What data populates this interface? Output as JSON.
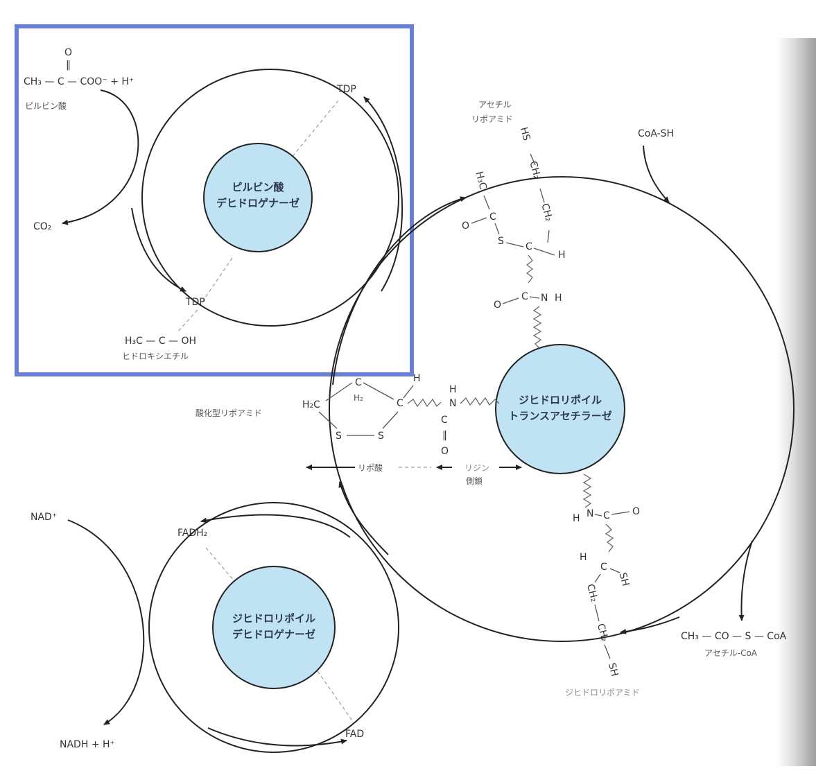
{
  "colors": {
    "enzyme_fill": "#bfe3f3",
    "highlight_frame": "#6a7fd8",
    "line": "#222222",
    "page_shadow": "#b9b9b9"
  },
  "enzymes": {
    "e1": {
      "line1": "ピルビン酸",
      "line2": "デヒドロゲナーゼ"
    },
    "e2": {
      "line1": "ジヒドロリポイル",
      "line2": "トランスアセチラーゼ"
    },
    "e3": {
      "line1": "ジヒドロリポイル",
      "line2": "デヒドロゲナーゼ"
    }
  },
  "pyruvate": {
    "o_top": "O",
    "double_bond": "‖",
    "formula": "CH₃ — C — COO⁻ + H⁺",
    "name": "ピルビン酸"
  },
  "co2": "CO₂",
  "tdp_top": "TDP",
  "tdp_bottom": "TDP",
  "hydroxyethyl": {
    "formula": "H₃C — C — OH",
    "name": "ヒドロキシエチル"
  },
  "acetyl_lipoamide": {
    "name_line1": "アセチル",
    "name_line2": "リポアミド",
    "hs": "HS",
    "ch2_a": "CH₂",
    "ch2_b": "CH₂",
    "h3c": "H₃C",
    "c1": "C",
    "o1": "O",
    "s1": "S",
    "c2": "C",
    "h1": "H",
    "c3": "C",
    "o2": "O",
    "n1": "N",
    "h2": "H"
  },
  "coa_sh": "CoA-SH",
  "oxidized_lipoamide": {
    "name": "酸化型リポアミド",
    "h2c": "H₂C",
    "c_top": "C",
    "h2": "H₂",
    "c_right": "C",
    "h": "H",
    "s_left": "S",
    "s_right": "S",
    "h_n": "H",
    "n": "N",
    "c_amide": "C",
    "dbl": "‖",
    "o_amide": "O"
  },
  "lipoic_acid": "リポ酸",
  "lysine": {
    "line1": "リジン",
    "line2": "側鎖"
  },
  "dihydro_lipoamide": {
    "name": "ジヒドロリポアミド",
    "o": "O",
    "c1": "C",
    "n": "N",
    "h1": "H",
    "c2": "C",
    "h2": "H",
    "sh1": "SH",
    "ch2_a": "CH₂",
    "ch2_b": "CH₂",
    "sh2": "SH"
  },
  "acetyl_coa": {
    "formula": "CH₃ — CO — S — CoA",
    "name": "アセチル-CoA"
  },
  "nad": "NAD⁺",
  "nadh": "NADH + H⁺",
  "fadh2": "FADH₂",
  "fad": "FAD"
}
